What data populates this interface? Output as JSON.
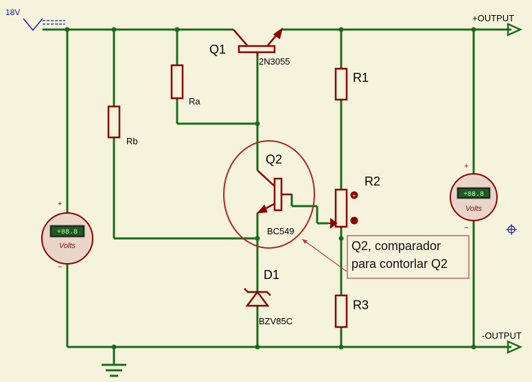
{
  "supply": {
    "label": "18V"
  },
  "outputs": {
    "positive": "+OUTPUT",
    "negative": "-OUTPUT"
  },
  "components": {
    "q1": {
      "ref": "Q1",
      "part": "2N3055"
    },
    "q2": {
      "ref": "Q2",
      "part": "BC549"
    },
    "d1": {
      "ref": "D1",
      "part": "BZV85C"
    },
    "ra": {
      "ref": "Ra"
    },
    "rb": {
      "ref": "Rb"
    },
    "r1": {
      "ref": "R1"
    },
    "r2": {
      "ref": "R2"
    },
    "r3": {
      "ref": "R3"
    }
  },
  "voltmeters": {
    "left": {
      "reading": "+88.8",
      "unit": "Volts",
      "plus": "+",
      "minus": "−"
    },
    "right": {
      "reading": "+88.8",
      "unit": "Volts",
      "plus": "+",
      "minus": "−"
    }
  },
  "annotation": {
    "line1": "Q2, comparador",
    "line2": "para contorlar Q2"
  },
  "colors": {
    "wire": "#1a6b1a",
    "component": "#8b0000",
    "annotation_border": "#b04040",
    "background": "#f5f3dc"
  }
}
